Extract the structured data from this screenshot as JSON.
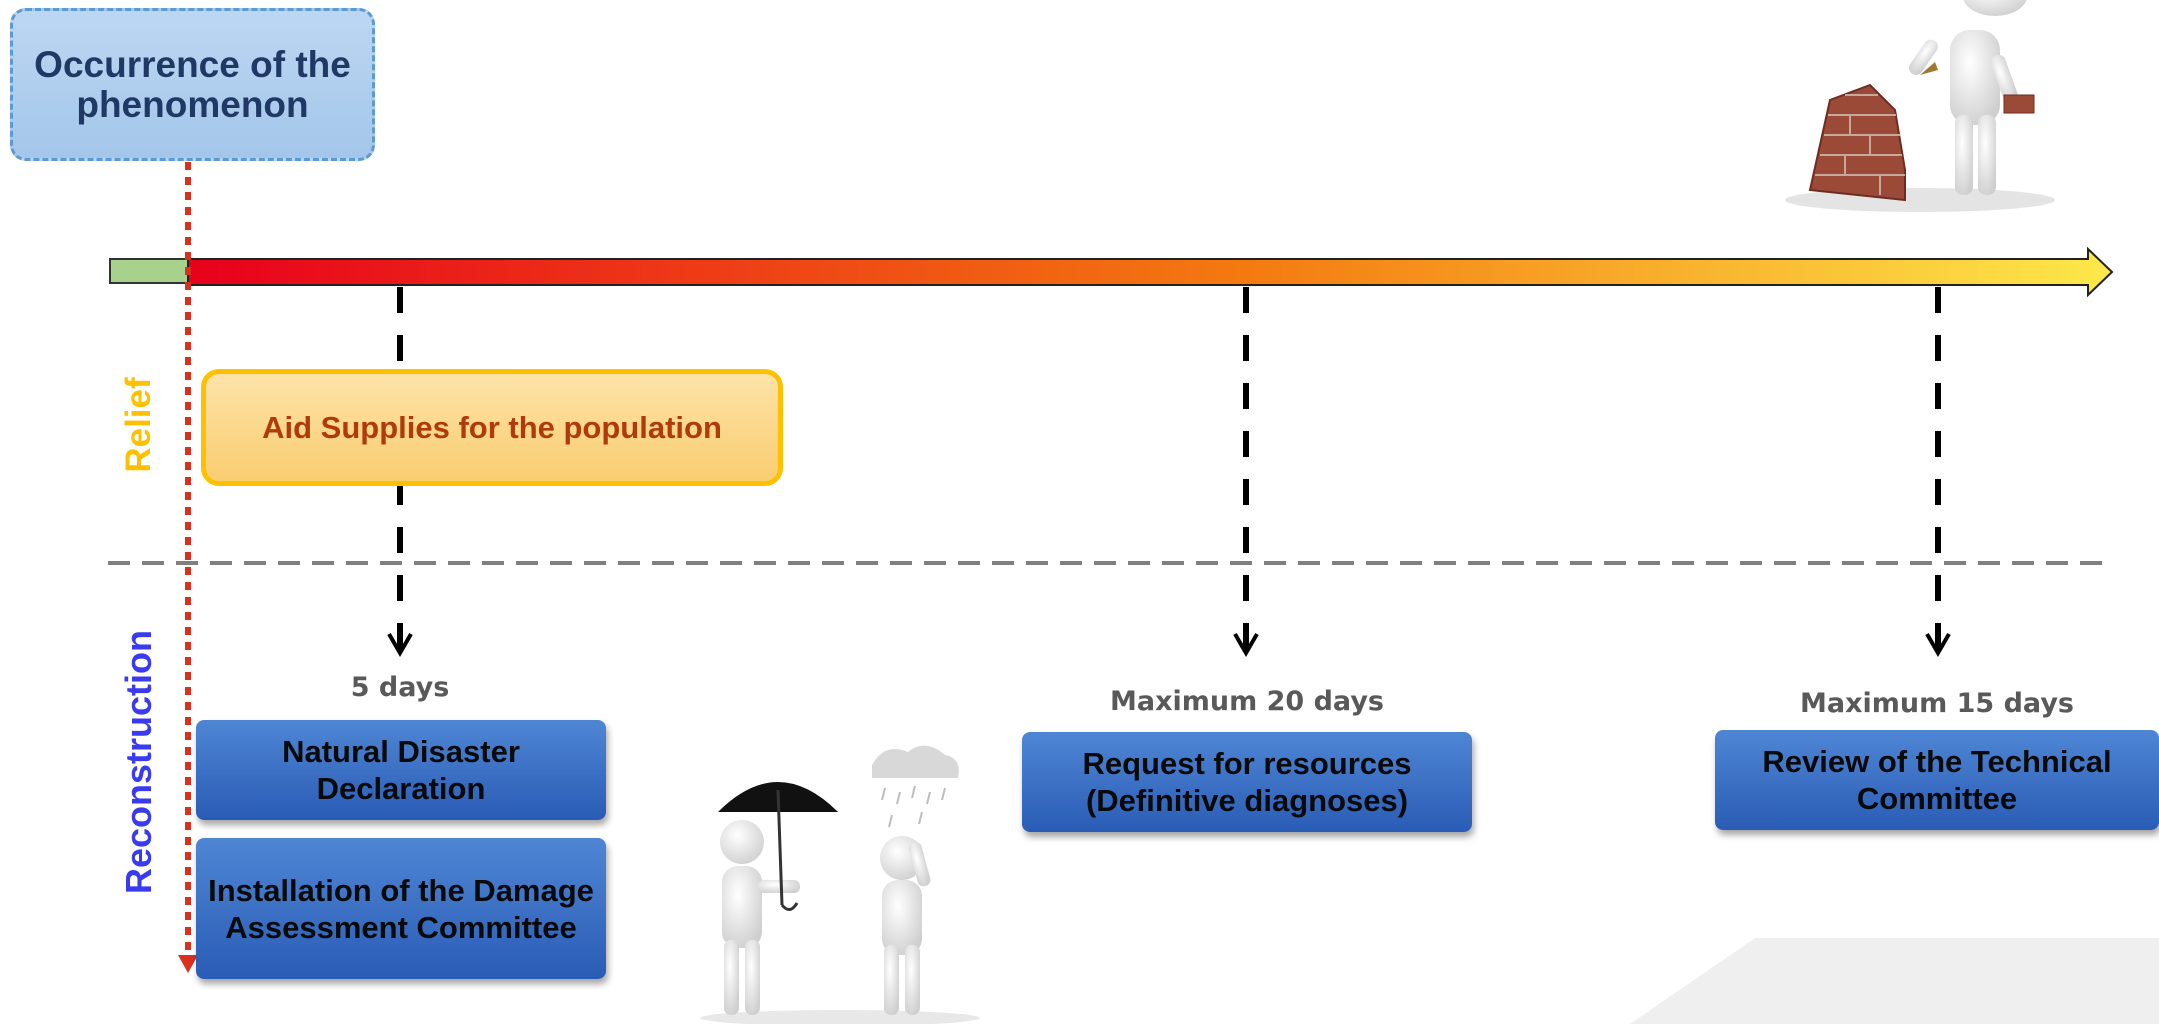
{
  "phenomenon_label": "Occurrence of the phenomenon",
  "relief_label": "Relief",
  "reconstruction_label": "Reconstruction",
  "aid_supplies": "Aid Supplies for the population",
  "steps": [
    {
      "duration": "5 days",
      "boxes": [
        "Natural Disaster Declaration",
        "Installation of the Damage Assessment Committee"
      ]
    },
    {
      "duration": "Maximum 20 days",
      "boxes": [
        "Request for resources (Definitive diagnoses)"
      ]
    },
    {
      "duration": "Maximum 15 days",
      "boxes": [
        "Review of the Technical Committee"
      ]
    }
  ],
  "colors": {
    "timeline_start": "#e8001c",
    "timeline_end": "#fde84a",
    "pre_event_bar": "#a9d18e",
    "event_line": "#d9311e",
    "relief": "#ffc000",
    "reconstruction": "#3a3af0",
    "box_blue": "#3b6ec5"
  },
  "icons": [
    "builder-with-bricks-figure",
    "umbrella-and-rain-figures",
    "grey-corner-shape"
  ]
}
